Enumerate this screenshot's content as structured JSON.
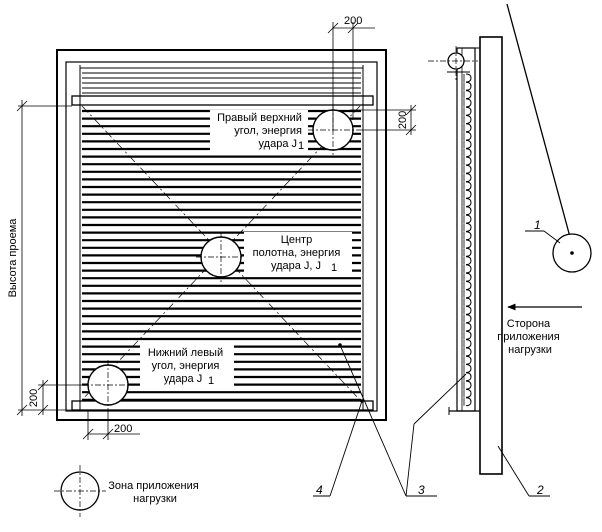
{
  "labels": {
    "top_right": [
      "Правый верхний",
      "угол, энергия",
      "удара J"
    ],
    "top_right_sub": "1",
    "center": [
      "Центр",
      "полотна, энергия",
      "удара J, J"
    ],
    "center_sub": "1",
    "bottom_left": [
      "Нижний левый",
      "угол, энергия",
      "удара J"
    ],
    "bottom_left_sub": "1",
    "opening_height": "Высота проема",
    "load_side": [
      "Сторона",
      "приложения",
      "нагрузки"
    ],
    "legend": [
      "Зона приложения",
      "нагрузки"
    ]
  },
  "dimensions": {
    "top": "200",
    "right": "200",
    "bottom": "200",
    "left": "200"
  },
  "callouts": [
    "1",
    "2",
    "3",
    "3",
    "4"
  ]
}
